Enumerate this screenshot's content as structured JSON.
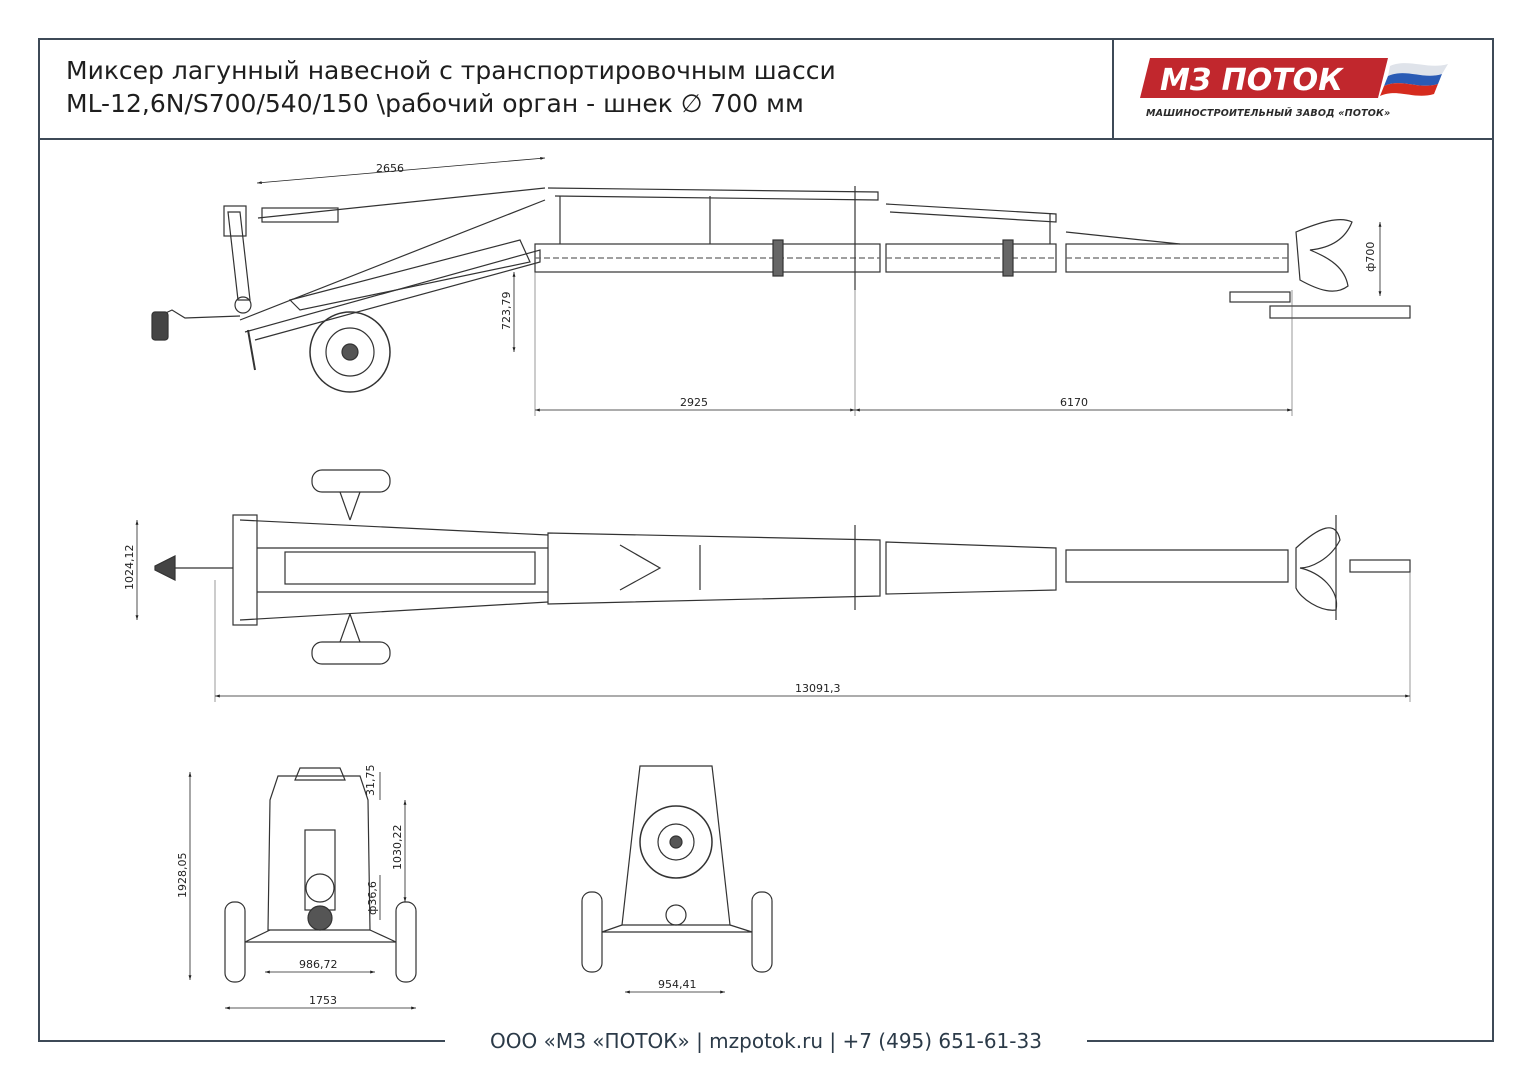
{
  "header": {
    "title_line1": "Миксер лагунный навесной с транспортировочным шасси",
    "title_line2": "ML-12,6N/S700/540/150 \\рабочий орган - шнек ∅ 700 мм"
  },
  "logo": {
    "brand": "МЗ ПОТОК",
    "subtitle": "МАШИНОСТРОИТЕЛЬНЫЙ ЗАВОД «ПОТОК»",
    "brand_color": "#c1272d",
    "flag_colors": [
      "#ffffff",
      "#2a5bb5",
      "#d52b1e"
    ]
  },
  "dimensions": {
    "side_boom": "2656",
    "side_height": "723,79",
    "side_diameter": "ф700",
    "side_len_a": "2925",
    "side_len_b": "6170",
    "top_width": "1024,12",
    "top_total": "13091,3",
    "front_height": "1928,05",
    "front_small": "31,75",
    "front_mid": "1030,22",
    "front_shaft": "ф36,6",
    "front_track_inner": "986,72",
    "front_track_outer": "1753",
    "rear_track": "954,41"
  },
  "footer": {
    "text": "ООО «МЗ «ПОТОК»  |  mzpotok.ru  |  +7 (495) 651-61-33"
  }
}
